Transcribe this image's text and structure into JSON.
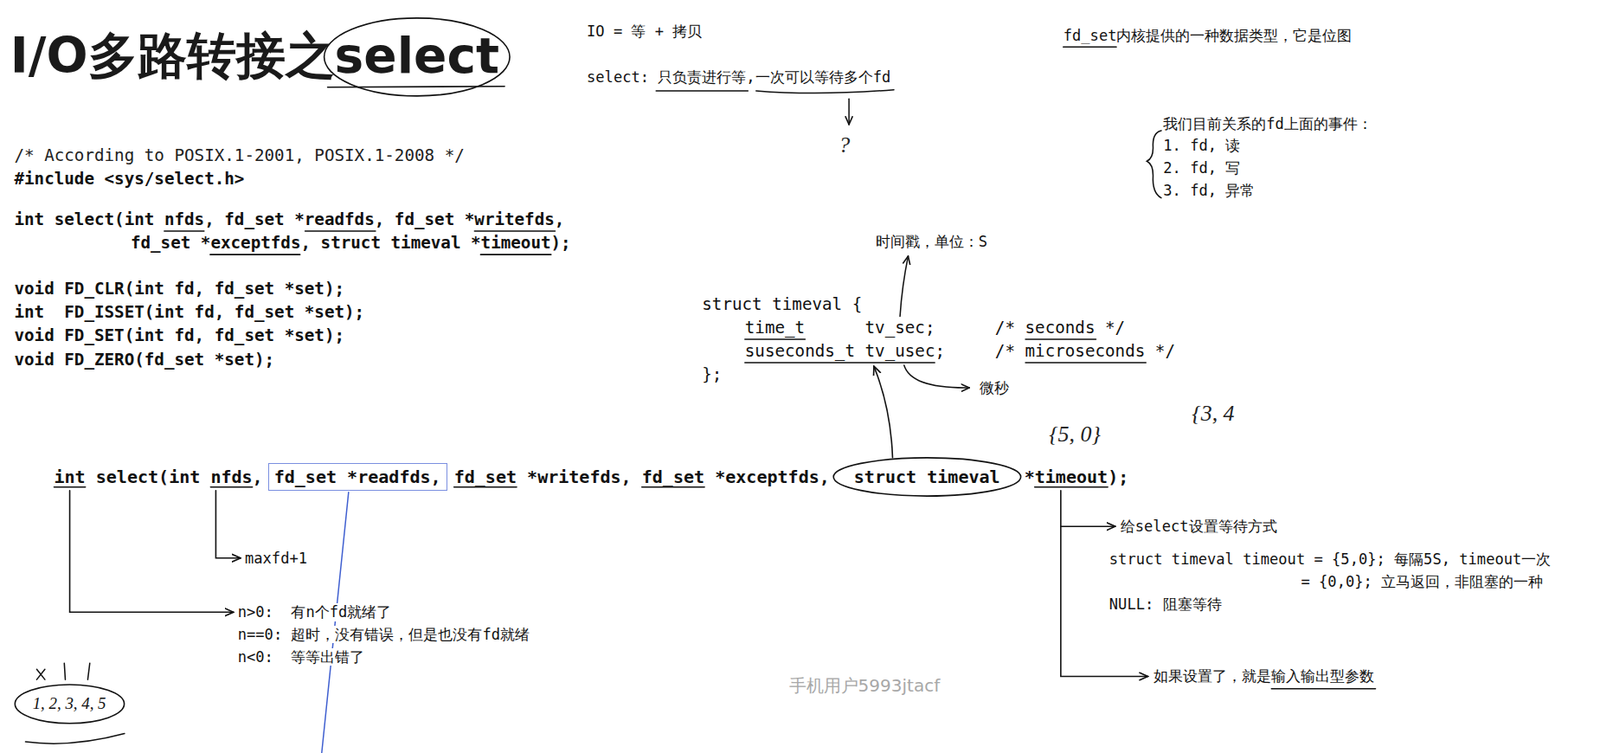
{
  "diagram": {
    "title": "I/O多路转接之select",
    "nodes": [
      {
        "text": [
          "fd_set *readfds,"
        ]
      },
      {
        "text": [
          "struct timeval"
        ]
      },
      {
        "text": [
          "1, 2, 3, 4, 5"
        ]
      }
    ],
    "labels": [
      "IO = 等 + 拷贝",
      "select: 只负责进行等,一次可以等待多个fd",
      "?",
      "fd_set内核提供的一种数据类型，它是位图",
      "我们目前关系的fd上面的事件：",
      "1. fd, 读",
      "2. fd, 写",
      "3. fd, 异常",
      "/* According to POSIX.1-2001, POSIX.1-2008 */",
      "#include <sys/select.h>",
      "int select(int nfds, fd_set *readfds, fd_set *writefds,",
      "fd_set *exceptfds, struct timeval *timeout);",
      "void FD_CLR(int fd, fd_set *set);",
      "int  FD_ISSET(int fd, fd_set *set);",
      "void FD_SET(int fd, fd_set *set);",
      "void FD_ZERO(fd_set *set);",
      "时间戳，单位：S",
      "struct timeval {",
      "time_t      tv_sec;      /* seconds */",
      "suseconds_t tv_usec;     /* microseconds */",
      "};",
      "微秒",
      "{5, 0}",
      "{3, 4",
      "int select(int nfds,",
      "fd_set *writefds, fd_set *exceptfds,",
      "*timeout);",
      "maxfd+1",
      "n>0:  有n个fd就绪了",
      "n==0: 超时，没有错误，但是也没有fd就绪",
      "n<0:  等等出错了",
      "给select设置等待方式",
      "struct timeval timeout = {5,0}; 每隔5S, timeout一次",
      "= {0,0}; 立马返回，非阻塞的一种",
      "NULL: 阻塞等待",
      "如果设置了，就是输入输出型参数",
      "手机用户5993jtacf"
    ]
  }
}
